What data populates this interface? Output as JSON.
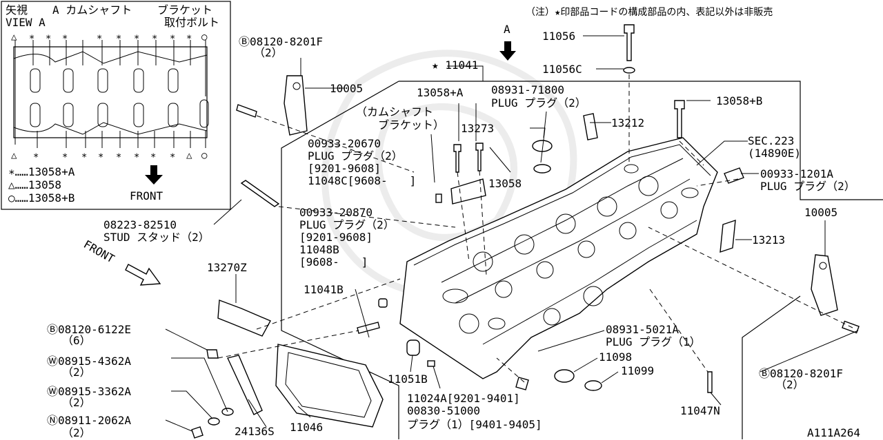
{
  "notice": "（注）★印部品コードの構成部品の内、表記以外は非販売",
  "diagram_id": "A111A264",
  "view_box": {
    "title_jp": "矢視",
    "title_en": "VIEW A",
    "header_1": "A カムシャフト",
    "header_2": "ブラケット",
    "header_3": "取付ボルト",
    "legend": [
      "∗……13058+A",
      "△……13058",
      "○……13058+B"
    ],
    "front_label": "FRONT"
  },
  "arrow_a": "A",
  "front_arrow": "FRONT",
  "labels": {
    "b_08120_8201F_top": "Ⓑ08120-8201F",
    "b_08120_8201F_top_qty": "（2）",
    "p10005_top": "10005",
    "p11041": "★ 11041",
    "p11056": "11056",
    "p11056C": "11056C",
    "p13058A_top": "13058+A",
    "p08931_71800": "08931-71800",
    "p08931_71800_desc": "PLUG プラグ（2）",
    "p13058B_top": "13058+B",
    "camshaft_bracket_1": "（カムシャフト",
    "camshaft_bracket_2": "ブラケット）",
    "p13273": "13273",
    "p13212": "13212",
    "sec223": "SEC.223",
    "sec223_sub": "(14890E)",
    "p00933_20670": "00933-20670",
    "p00933_20670_desc": "PLUG プラグ（2）",
    "p00933_20670_date": "[9201-9608]",
    "p11048C": "11048C[9608-　　]",
    "p13058": "13058",
    "p00933_1201A": "00933-1201A",
    "p00933_1201A_desc": "PLUG プラグ（2）",
    "p08223_82510": "08223-82510",
    "p08223_82510_desc": "STUD スタッド（2）",
    "p00933_20870": "00933-20870",
    "p00933_20870_desc": "PLUG プラグ（2）",
    "p00933_20870_date": "[9201-9608]",
    "p11048B": "11048B",
    "p11048B_date": "[9608-　　]",
    "p10005_right": "10005",
    "p13213": "13213",
    "p13270Z": "13270Z",
    "p11041B": "11041B",
    "b_08120_6122E": "Ⓑ08120-6122E",
    "b_08120_6122E_qty": "（6）",
    "w_08915_4362A": "Ⓦ08915-4362A",
    "w_08915_4362A_qty": "（2）",
    "w_08915_3362A": "Ⓦ08915-3362A",
    "w_08915_3362A_qty": "（2）",
    "n_08911_2062A": "Ⓝ08911-2062A",
    "n_08911_2062A_qty": "（2）",
    "p24136S": "24136S",
    "p11046": "11046",
    "p11051B": "11051B",
    "p11024A": "11024A[9201-9401]",
    "p00830_51000": "00830-51000",
    "p00830_51000_desc": "プラグ（1）[9401-9405]",
    "p08931_5021A": "08931-5021A",
    "p08931_5021A_desc": "PLUG プラグ（1）",
    "p11098": "11098",
    "p11099": "11099",
    "p11047N": "11047N",
    "b_08120_8201F_right": "Ⓑ08120-8201F",
    "b_08120_8201F_right_qty": "（2）"
  }
}
